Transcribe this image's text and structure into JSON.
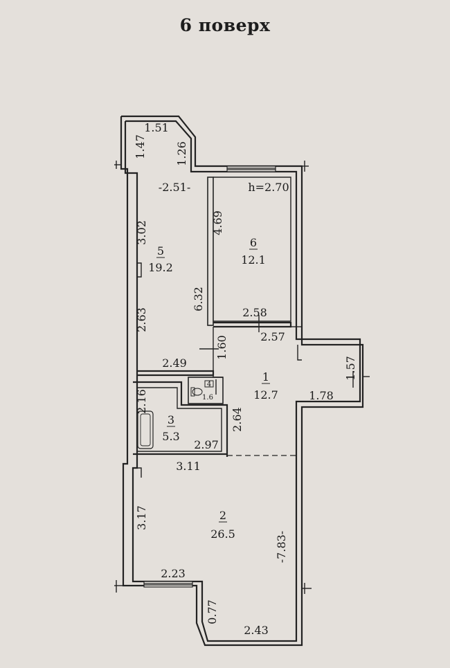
{
  "title": "6 поверх",
  "height_label": "h=2.70",
  "rooms": [
    {
      "id": "1",
      "area": "12.7"
    },
    {
      "id": "2",
      "area": "26.5"
    },
    {
      "id": "3",
      "area": "5.3"
    },
    {
      "id": "4",
      "area": "1.6"
    },
    {
      "id": "5",
      "area": "19.2"
    },
    {
      "id": "6",
      "area": "12.1"
    }
  ],
  "dimensions": {
    "d151": "1.51",
    "d147": "1.47",
    "d126": "1.26",
    "d251": "-2.51-",
    "d302": "3.02",
    "d469": "4.69",
    "d632": "6.32",
    "d263": "2.63",
    "d258": "2.58",
    "d257": "2.57",
    "d160": "1.60",
    "d249": "2.49",
    "d157": "1.57",
    "d178": "1.78",
    "d216": "2.16",
    "d264": "2.64",
    "d297": "2.97",
    "d311": "3.11",
    "d317": "3.17",
    "d783": "-7.83-",
    "d223": "2.23",
    "d077": "0.77",
    "d243": "2.43"
  }
}
